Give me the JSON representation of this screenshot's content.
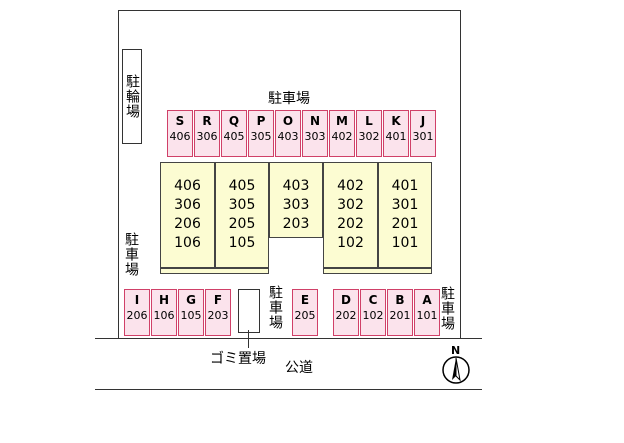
{
  "labels": {
    "bicycle_parking": "駐輪場",
    "parking_top": "駐車場",
    "parking_left": "駐車場",
    "parking_center": "駐車場",
    "parking_right": "駐車場",
    "garbage": "ゴミ置場",
    "public_road": "公道",
    "compass_north": "N"
  },
  "top_parking": [
    {
      "letter": "S",
      "room": "406"
    },
    {
      "letter": "R",
      "room": "306"
    },
    {
      "letter": "Q",
      "room": "405"
    },
    {
      "letter": "P",
      "room": "305"
    },
    {
      "letter": "O",
      "room": "403"
    },
    {
      "letter": "N",
      "room": "303"
    },
    {
      "letter": "M",
      "room": "402"
    },
    {
      "letter": "L",
      "room": "302"
    },
    {
      "letter": "K",
      "room": "401"
    },
    {
      "letter": "J",
      "room": "301"
    }
  ],
  "bottom_left_parking": [
    {
      "letter": "I",
      "room": "206"
    },
    {
      "letter": "H",
      "room": "106"
    },
    {
      "letter": "G",
      "room": "105"
    },
    {
      "letter": "F",
      "room": "203"
    }
  ],
  "bottom_center_parking": [
    {
      "letter": "E",
      "room": "205"
    }
  ],
  "bottom_right_parking": [
    {
      "letter": "D",
      "room": "202"
    },
    {
      "letter": "C",
      "room": "102"
    },
    {
      "letter": "B",
      "room": "201"
    },
    {
      "letter": "A",
      "room": "101"
    }
  ],
  "building_units": [
    {
      "rooms": [
        "406",
        "306",
        "206",
        "106"
      ]
    },
    {
      "rooms": [
        "405",
        "305",
        "205",
        "105"
      ]
    },
    {
      "rooms": [
        "403",
        "303",
        "203"
      ]
    },
    {
      "rooms": [
        "402",
        "302",
        "202",
        "102"
      ]
    },
    {
      "rooms": [
        "401",
        "301",
        "201",
        "101"
      ]
    }
  ],
  "colors": {
    "parking_fill": "#fbe3ec",
    "parking_border": "#d04068",
    "unit_fill": "#fcfcd2"
  }
}
